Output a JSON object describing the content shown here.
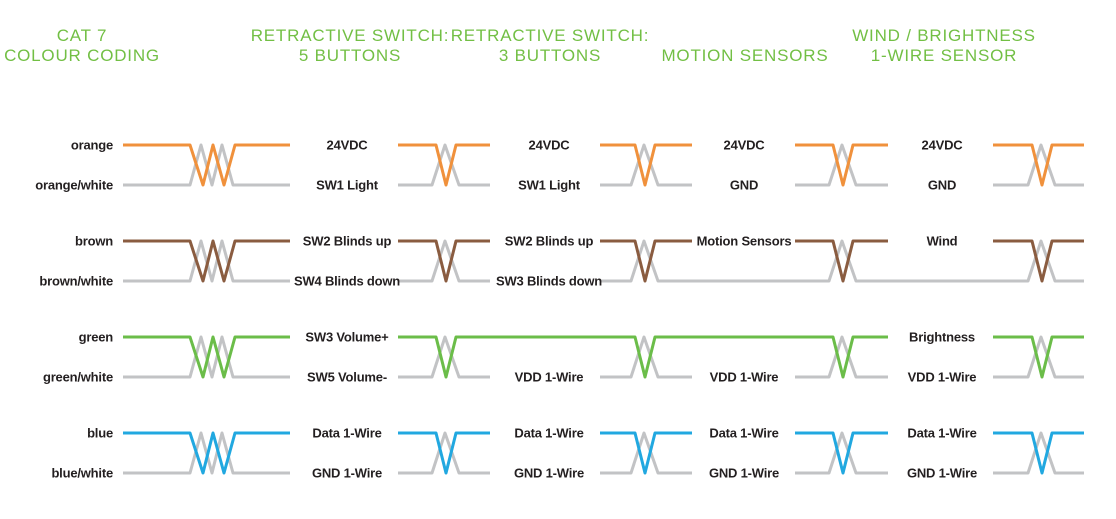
{
  "headers": [
    {
      "line1": "CAT 7",
      "line2": "COLOUR CODING"
    },
    {
      "line1": "RETRACTIVE SWITCH:",
      "line2": "5 BUTTONS"
    },
    {
      "line1": "RETRACTIVE SWITCH:",
      "line2": "3 BUTTONS"
    },
    {
      "line1": "",
      "line2": "MOTION SENSORS"
    },
    {
      "line1": "WIND / BRIGHTNESS",
      "line2": "1-WIRE SENSOR"
    }
  ],
  "pairs": [
    {
      "color_key": "orange",
      "wire_labels": {
        "solid": "orange",
        "striped": "orange/white"
      },
      "columns": [
        {
          "top": "24VDC",
          "bottom": "SW1 Light"
        },
        {
          "top": "24VDC",
          "bottom": "SW1 Light"
        },
        {
          "top": "24VDC",
          "bottom": "GND"
        },
        {
          "top": "24VDC",
          "bottom": "GND"
        }
      ]
    },
    {
      "color_key": "brown",
      "wire_labels": {
        "solid": "brown",
        "striped": "brown/white"
      },
      "columns": [
        {
          "top": "SW2 Blinds up",
          "bottom": "SW4 Blinds down"
        },
        {
          "top": "SW2 Blinds up",
          "bottom": "SW3 Blinds down"
        },
        {
          "top": "Motion Sensors",
          "bottom": ""
        },
        {
          "top": "Wind",
          "bottom": ""
        }
      ]
    },
    {
      "color_key": "green",
      "wire_labels": {
        "solid": "green",
        "striped": "green/white"
      },
      "columns": [
        {
          "top": "SW3 Volume+",
          "bottom": "SW5 Volume-"
        },
        {
          "top": "",
          "bottom": "VDD 1-Wire"
        },
        {
          "top": "",
          "bottom": "VDD 1-Wire"
        },
        {
          "top": "Brightness",
          "bottom": "VDD 1-Wire"
        }
      ]
    },
    {
      "color_key": "blue",
      "wire_labels": {
        "solid": "blue",
        "striped": "blue/white"
      },
      "columns": [
        {
          "top": "Data 1-Wire",
          "bottom": "GND 1-Wire"
        },
        {
          "top": "Data 1-Wire",
          "bottom": "GND 1-Wire"
        },
        {
          "top": "Data 1-Wire",
          "bottom": "GND 1-Wire"
        },
        {
          "top": "Data 1-Wire",
          "bottom": "GND 1-Wire"
        }
      ]
    }
  ],
  "colors": {
    "header_green": "#72BF44",
    "label_text": "#231F20",
    "orange": "#F0913C",
    "brown": "#8A5C40",
    "green": "#6BBD49",
    "blue": "#21A8E0",
    "stripe_gray": "#C2C3C5",
    "background": "#FFFFFF"
  }
}
